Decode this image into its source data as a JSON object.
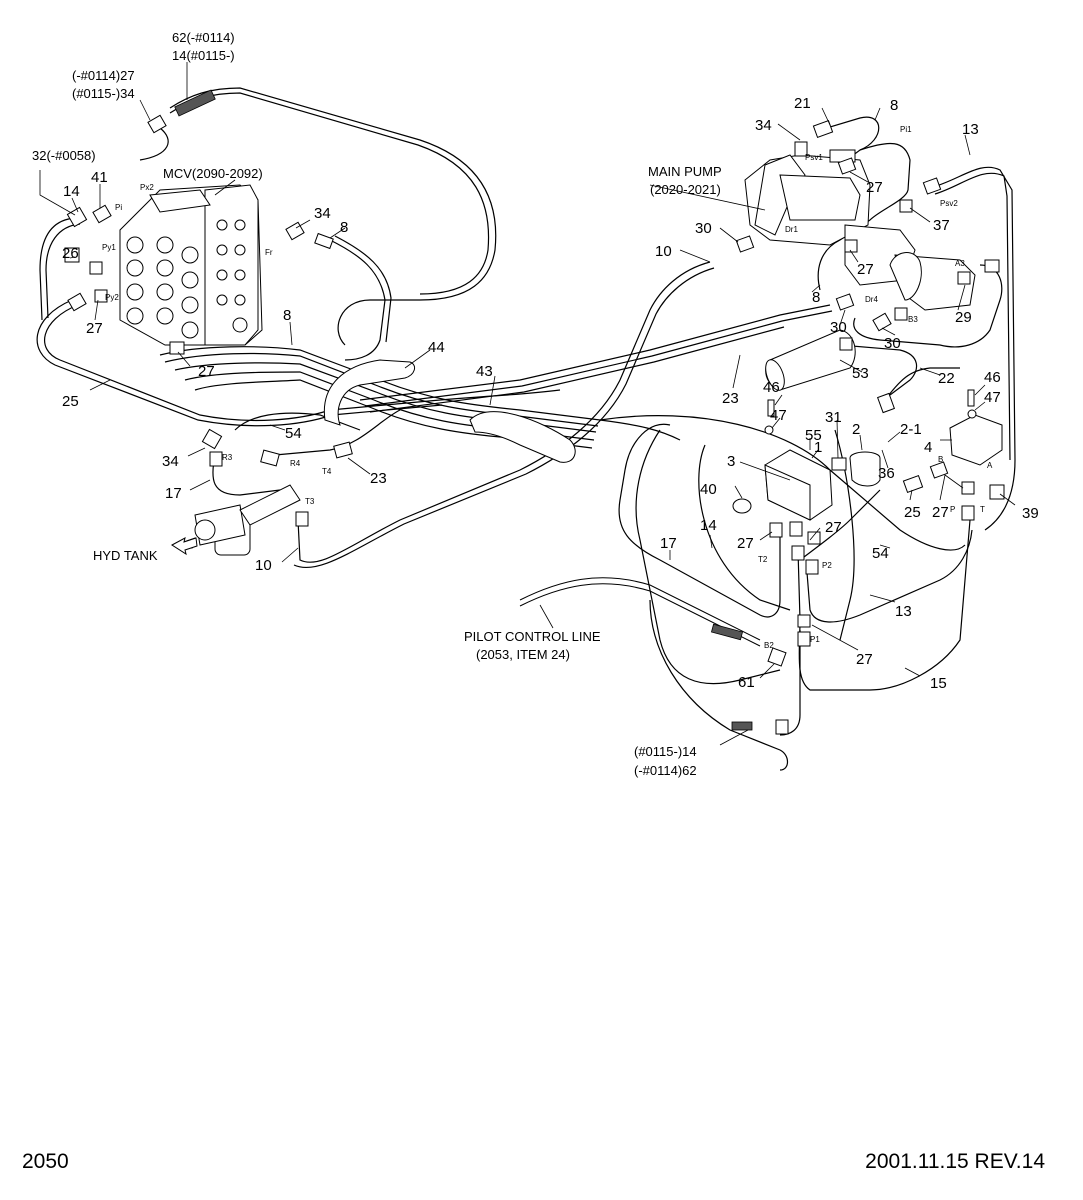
{
  "footer": {
    "page_number": "2050",
    "date_revision": "2001.11.15  REV.14"
  },
  "notes": {
    "main_pump": [
      "MAIN PUMP",
      "(2020-2021)"
    ],
    "mcv": "MCV(2090-2092)",
    "hyd_tank": "HYD TANK",
    "pilot_control_line": [
      "PILOT CONTROL LINE",
      "(2053, ITEM 24)"
    ],
    "top_hose": [
      "62(-#0114)",
      "14(#0115-)"
    ],
    "top_elbow": [
      "(-#0114)27",
      "(#0115-)34"
    ],
    "hose_32": "32(-#0058)",
    "bottom_hose": [
      "(#0115-)14",
      "(-#0114)62"
    ]
  },
  "callouts": [
    {
      "id": "c14a",
      "label": "14"
    },
    {
      "id": "c41",
      "label": "41"
    },
    {
      "id": "c26",
      "label": "26"
    },
    {
      "id": "c27a",
      "label": "27"
    },
    {
      "id": "c34a",
      "label": "34"
    },
    {
      "id": "c8a",
      "label": "8"
    },
    {
      "id": "c8b",
      "label": "8"
    },
    {
      "id": "c27b",
      "label": "27"
    },
    {
      "id": "c25a",
      "label": "25"
    },
    {
      "id": "c44",
      "label": "44"
    },
    {
      "id": "c43",
      "label": "43"
    },
    {
      "id": "c54a",
      "label": "54"
    },
    {
      "id": "c34b",
      "label": "34"
    },
    {
      "id": "c17a",
      "label": "17"
    },
    {
      "id": "c23a",
      "label": "23"
    },
    {
      "id": "c10a",
      "label": "10"
    },
    {
      "id": "c21",
      "label": "21"
    },
    {
      "id": "c8c",
      "label": "8"
    },
    {
      "id": "c13a",
      "label": "13"
    },
    {
      "id": "c34c",
      "label": "34"
    },
    {
      "id": "c27c",
      "label": "27"
    },
    {
      "id": "c37",
      "label": "37"
    },
    {
      "id": "c30a",
      "label": "30"
    },
    {
      "id": "c10b",
      "label": "10"
    },
    {
      "id": "c27d",
      "label": "27"
    },
    {
      "id": "c8d",
      "label": "8"
    },
    {
      "id": "c30b",
      "label": "30"
    },
    {
      "id": "c29",
      "label": "29"
    },
    {
      "id": "c30c",
      "label": "30"
    },
    {
      "id": "c23b",
      "label": "23"
    },
    {
      "id": "c53",
      "label": "53"
    },
    {
      "id": "c22",
      "label": "22"
    },
    {
      "id": "c46a",
      "label": "46"
    },
    {
      "id": "c47a",
      "label": "47"
    },
    {
      "id": "c31",
      "label": "31"
    },
    {
      "id": "c55",
      "label": "55"
    },
    {
      "id": "c1",
      "label": "1"
    },
    {
      "id": "c2",
      "label": "2"
    },
    {
      "id": "c2-1",
      "label": "2-1"
    },
    {
      "id": "c46b",
      "label": "46"
    },
    {
      "id": "c47b",
      "label": "47"
    },
    {
      "id": "c4",
      "label": "4"
    },
    {
      "id": "c3",
      "label": "3"
    },
    {
      "id": "c36",
      "label": "36"
    },
    {
      "id": "c40",
      "label": "40"
    },
    {
      "id": "c25b",
      "label": "25"
    },
    {
      "id": "c27e",
      "label": "27"
    },
    {
      "id": "c39",
      "label": "39"
    },
    {
      "id": "c27f",
      "label": "27"
    },
    {
      "id": "c27g",
      "label": "27"
    },
    {
      "id": "c14b",
      "label": "14"
    },
    {
      "id": "c17b",
      "label": "17"
    },
    {
      "id": "c54b",
      "label": "54"
    },
    {
      "id": "c13b",
      "label": "13"
    },
    {
      "id": "c27h",
      "label": "27"
    },
    {
      "id": "c61",
      "label": "61"
    },
    {
      "id": "c15",
      "label": "15"
    }
  ],
  "port_labels": {
    "px2": "Px2",
    "pi": "Pi",
    "py1": "Py1",
    "py2": "Py2",
    "fr": "Fr",
    "psv1": "Psv1",
    "pi1": "Pi1",
    "psv2": "Psv2",
    "dr1": "Dr1",
    "dr4": "Dr4",
    "a3": "A3",
    "b3": "B3",
    "r3": "R3",
    "r4": "R4",
    "t4": "T4",
    "t3": "T3",
    "t2": "T2",
    "p2": "P2",
    "b2": "B2",
    "p1": "P1",
    "a": "A",
    "b": "B",
    "p": "P",
    "t": "T"
  }
}
